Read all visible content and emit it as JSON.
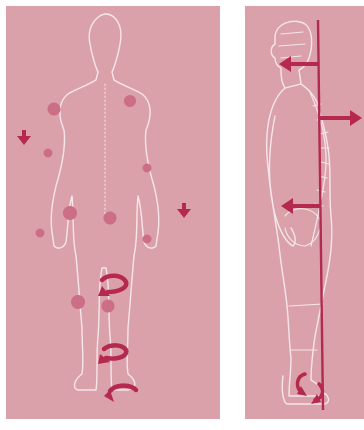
{
  "colors": {
    "background": "#ffffff",
    "panel": "#dba1ab",
    "outline": "#f5e6e9",
    "marker_spot": "#cc6e85",
    "arrow": "#b5294e",
    "plumb_line": "#b22a50"
  },
  "panels": [
    {
      "view": "back",
      "icons": [
        "down-arrow-icon",
        "pain-point-marker",
        "rotation-arrow-icon"
      ]
    },
    {
      "view": "side",
      "icons": [
        "plumb-line",
        "left-arrow-icon",
        "right-arrow-icon",
        "rotation-arrow-icon"
      ]
    }
  ]
}
